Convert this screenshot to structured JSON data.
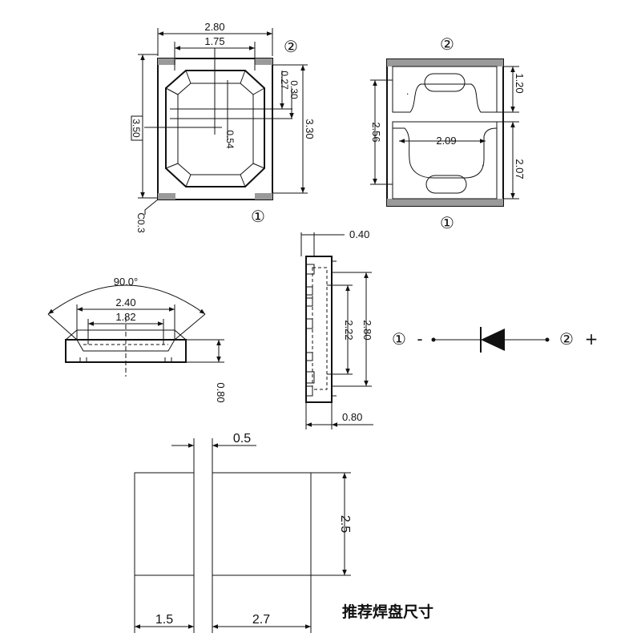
{
  "top_view": {
    "width": "2.80",
    "inner_width": "1.75",
    "height": "3.30",
    "outer_height": "3.50",
    "offset_a": "0.27",
    "offset_b": "0.30",
    "center_offset": "0.54",
    "corner": "C0.3",
    "pin_top": "②",
    "pin_bottom": "①"
  },
  "bottom_view": {
    "pad_height": "1.20",
    "span": "2.56",
    "inner_width": "2.09",
    "lower_height": "2.07",
    "pin_top": "②",
    "pin_bottom": "①"
  },
  "front_view": {
    "angle": "90.0°",
    "outer_width": "2.40",
    "inner_width": "1.82",
    "height": "0.80"
  },
  "side_view": {
    "top": "0.40",
    "length": "2.80",
    "inner_length": "2.22",
    "depth": "0.80"
  },
  "symbol": {
    "pin1": "①",
    "pin1_sign": "-",
    "pin2": "②",
    "pin2_sign": "+"
  },
  "footprint": {
    "gap": "0.5",
    "height": "2.5",
    "pad1_width": "1.5",
    "pad2_width": "2.7",
    "caption": "推荐焊盘尺寸"
  }
}
